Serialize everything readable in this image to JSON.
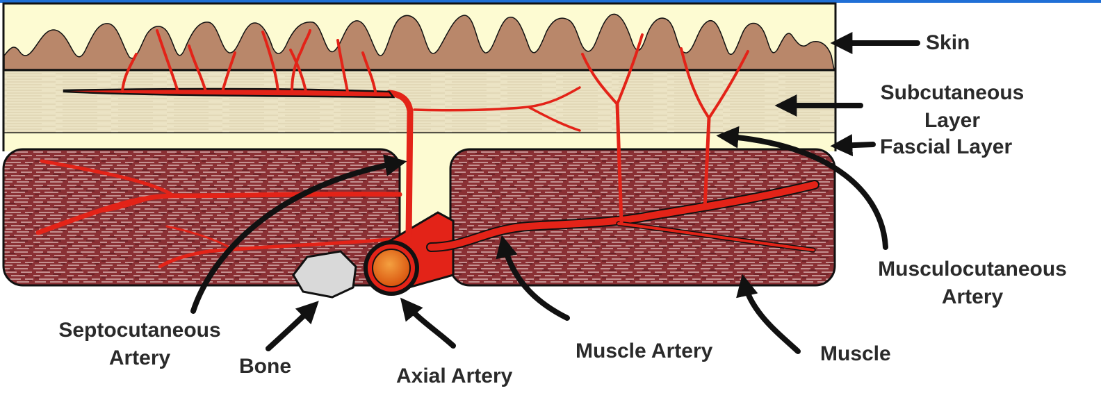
{
  "diagram": {
    "labels": {
      "skin": "Skin",
      "subcutaneous_line1": "Subcutaneous",
      "subcutaneous_line2": "Layer",
      "fascial": "Fascial Layer",
      "musculocutaneous_line1": "Musculocutaneous",
      "musculocutaneous_line2": "Artery",
      "muscle": "Muscle",
      "muscle_artery": "Muscle Artery",
      "axial_artery": "Axial Artery",
      "bone": "Bone",
      "septocutaneous_line1": "Septocutaneous",
      "septocutaneous_line2": "Artery"
    },
    "colors": {
      "skin_background": "#fdfbd2",
      "skin_papillae": "#b9876a",
      "subcutaneous": "#ebe3c4",
      "fascia": "#fdfbd2",
      "muscle": "#8a3034",
      "artery": "#e32318",
      "axial_artery_core": "#e8741a",
      "bone": "#d9d9d9",
      "arrows": "#111111",
      "top_border": "#1f6fd6"
    }
  }
}
